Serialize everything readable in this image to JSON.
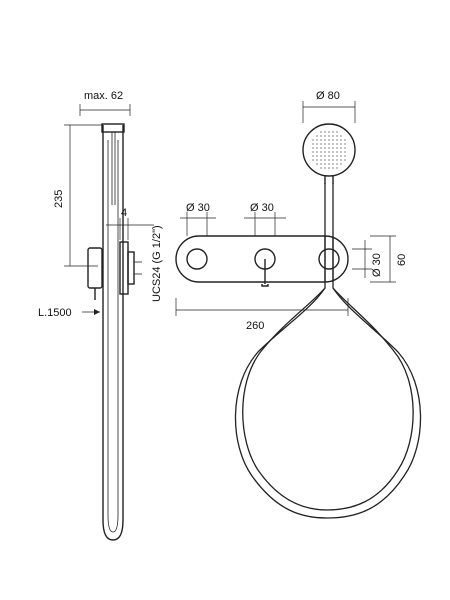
{
  "dimensions": {
    "max_width": "max. 62",
    "height": "235",
    "depth": "4",
    "hose_length": "L.1500",
    "connection": "UCS24 (G 1/2\")",
    "head_diameter": "Ø 80",
    "hole_left": "Ø 30",
    "hole_middle": "Ø 30",
    "hole_right": "Ø 30",
    "plate_height": "60",
    "plate_length": "260"
  }
}
